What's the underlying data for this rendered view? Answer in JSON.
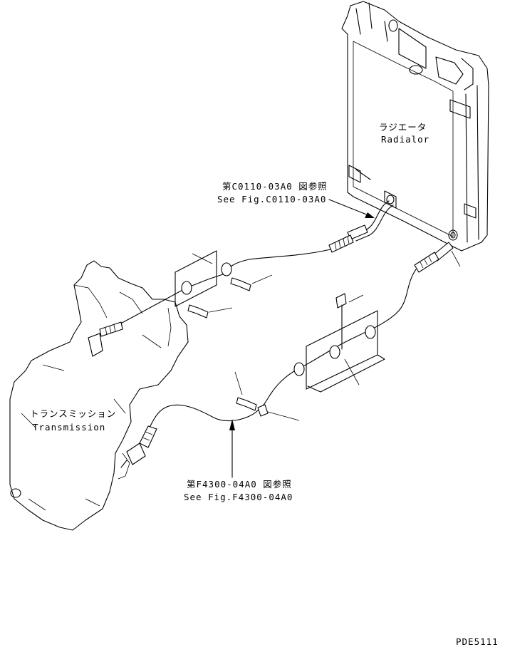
{
  "radiator": {
    "label_jp": "ラジエータ",
    "label_en": "Radialor"
  },
  "transmission": {
    "label_jp": "トランスミッション",
    "label_en": "Transmission"
  },
  "ref_upper": {
    "jp": "第C0110-03A0 図参照",
    "en": "See Fig.C0110-03A0"
  },
  "ref_lower": {
    "jp": "第F4300-04A0 図参照",
    "en": "See Fig.F4300-04A0"
  },
  "drawing_code": "PDE5111"
}
